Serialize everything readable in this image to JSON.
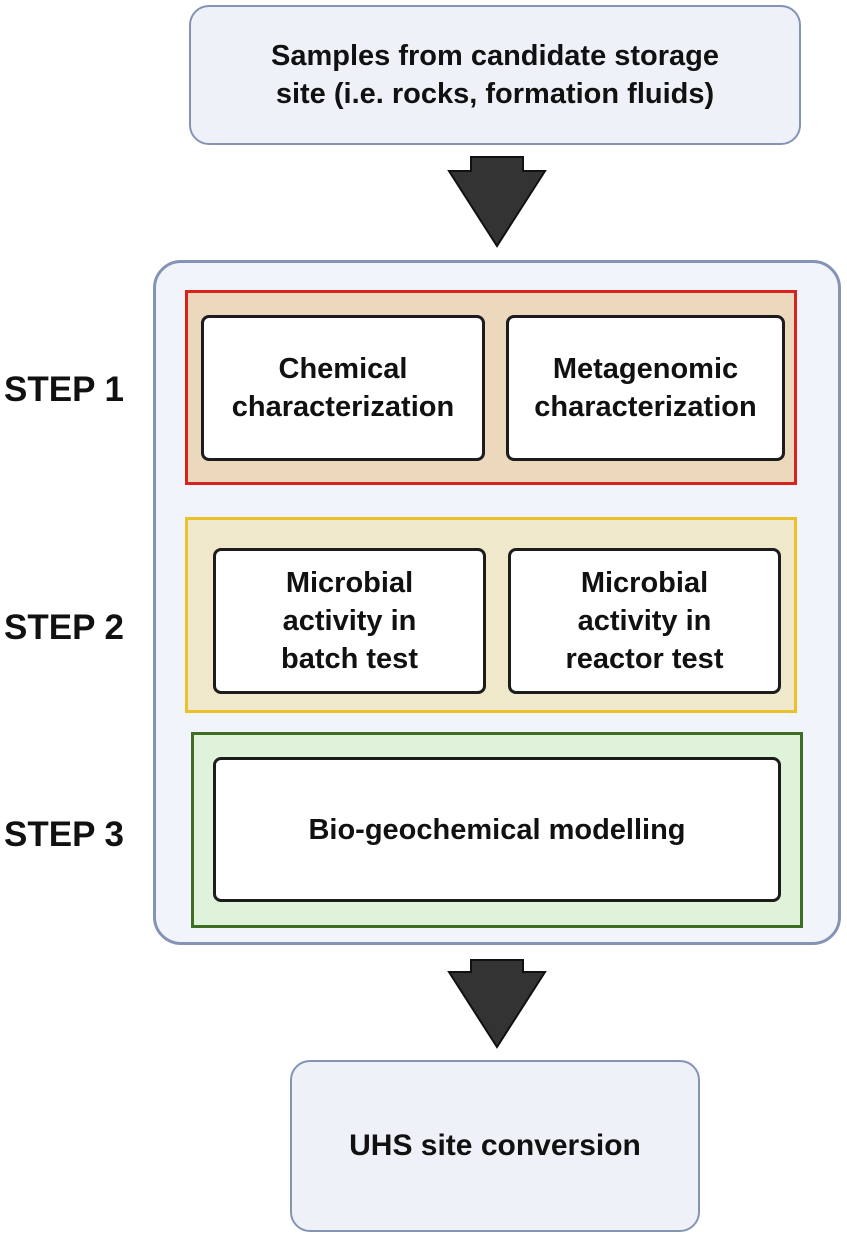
{
  "start": {
    "lines": [
      "Samples from candidate storage",
      "site (i.e. rocks, formation fluids)"
    ]
  },
  "steps": [
    {
      "label": "STEP 1",
      "panel_color": "#d6241c",
      "boxes": [
        {
          "lines": [
            "Chemical",
            "characterization"
          ]
        },
        {
          "lines": [
            "Metagenomic",
            "characterization"
          ]
        }
      ]
    },
    {
      "label": "STEP 2",
      "panel_color": "#e8c12b",
      "boxes": [
        {
          "lines": [
            "Microbial",
            "activity in",
            "batch test"
          ]
        },
        {
          "lines": [
            "Microbial",
            "activity in",
            "reactor test"
          ]
        }
      ]
    },
    {
      "label": "STEP 3",
      "panel_color": "#3e6e24",
      "boxes": [
        {
          "lines": [
            "Bio-geochemical modelling"
          ]
        }
      ]
    }
  ],
  "end": {
    "lines": [
      "UHS site conversion"
    ]
  },
  "arrow_color": "#333333"
}
